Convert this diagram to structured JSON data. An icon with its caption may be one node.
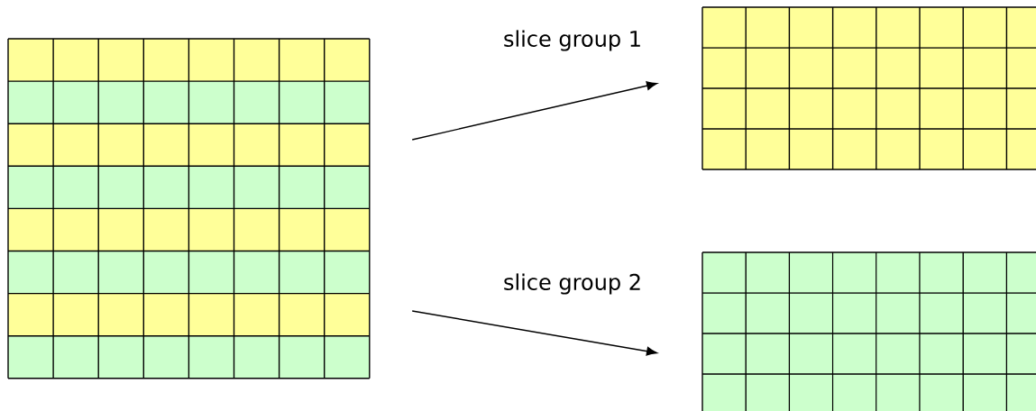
{
  "diagram": {
    "nodes": [
      {
        "text": [],
        "shape": "grid"
      },
      {
        "text": [],
        "shape": "grid"
      },
      {
        "text": [],
        "shape": "grid"
      }
    ],
    "edges": [
      {
        "from": 0,
        "to": 1,
        "arrow": "to",
        "label": "slice group 1"
      },
      {
        "from": 0,
        "to": 2,
        "arrow": "to",
        "label": "slice group 2"
      }
    ]
  }
}
